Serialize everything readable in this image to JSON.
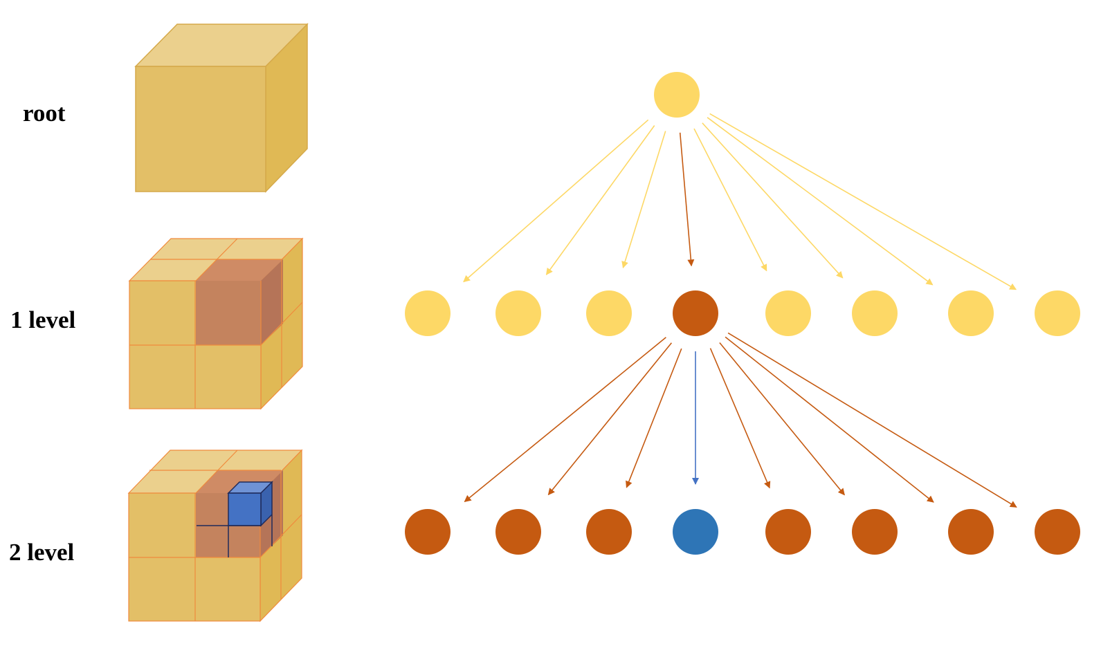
{
  "labels": {
    "root": "root",
    "level1": "1 level",
    "level2": "2 level"
  },
  "colors": {
    "cube_front": "#E3BF67",
    "cube_top": "#EBD08D",
    "cube_side": "#E0B955",
    "grid_line": "#F08A3C",
    "octant_front": "#C4835E",
    "octant_top": "#CF8B65",
    "octant_side": "#B57458",
    "blue_front": "#4472C4",
    "blue_top": "#6F93D6",
    "blue_side": "#3A62AE",
    "blue_edge": "#1F2A5A",
    "node_yellow": "#FDD866",
    "node_orange": "#C55A11",
    "node_blue": "#2E75B6",
    "arrow_yellow": "#FDD866",
    "arrow_orange": "#C55A11",
    "arrow_blue": "#4472C4"
  },
  "tree": {
    "root": "yellow",
    "level1": [
      "yellow",
      "yellow",
      "yellow",
      "orange",
      "yellow",
      "yellow",
      "yellow",
      "yellow"
    ],
    "level2": [
      "orange",
      "orange",
      "orange",
      "blue",
      "orange",
      "orange",
      "orange",
      "orange"
    ],
    "expanded_level1_index": 3,
    "highlighted_level2_index": 3
  }
}
